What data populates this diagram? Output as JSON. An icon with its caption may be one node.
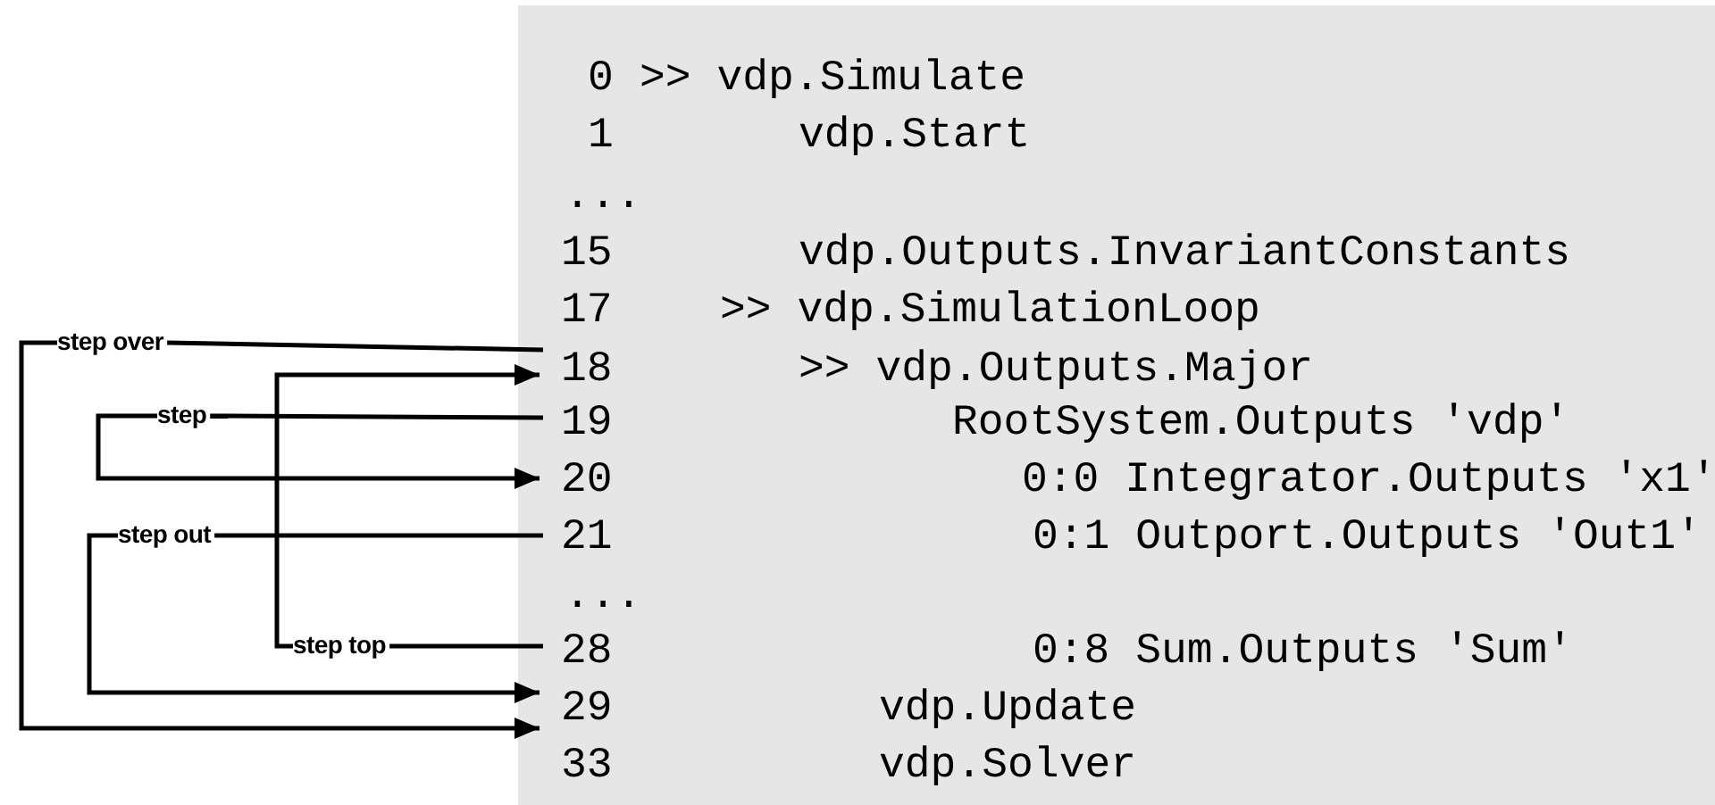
{
  "diagram": {
    "nodes": [
      {
        "text": [
          "step over"
        ]
      },
      {
        "text": [
          "step"
        ]
      },
      {
        "text": [
          "step out"
        ]
      },
      {
        "text": [
          "step top"
        ]
      },
      {
        "text": [
          "18",
          ">> vdp.Outputs.Major"
        ]
      },
      {
        "text": [
          "19",
          "RootSystem.Outputs 'vdp'"
        ]
      },
      {
        "text": [
          "20",
          "0:0 Integrator.Outputs 'x1'"
        ]
      },
      {
        "text": [
          "21",
          "0:1 Outport.Outputs 'Out1'"
        ]
      },
      {
        "text": [
          "28",
          "0:8 Sum.Outputs 'Sum'"
        ]
      },
      {
        "text": [
          "29",
          "vdp.Update"
        ]
      }
    ],
    "edges": [
      {
        "from": 4,
        "to": 0,
        "arrow": "none"
      },
      {
        "from": 0,
        "to": 9,
        "arrow": "to"
      },
      {
        "from": 5,
        "to": 1,
        "arrow": "none"
      },
      {
        "from": 1,
        "to": 6,
        "arrow": "to"
      },
      {
        "from": 7,
        "to": 2,
        "arrow": "none"
      },
      {
        "from": 2,
        "to": 9,
        "arrow": "to"
      },
      {
        "from": 8,
        "to": 3,
        "arrow": "none"
      },
      {
        "from": 3,
        "to": 4,
        "arrow": "to"
      }
    ],
    "labels": [
      "0",
      ">> vdp.Simulate",
      "1",
      "vdp.Start",
      "...",
      "15",
      "vdp.Outputs.InvariantConstants",
      "17",
      ">> vdp.SimulationLoop",
      "...",
      "33",
      "vdp.Solver"
    ]
  }
}
